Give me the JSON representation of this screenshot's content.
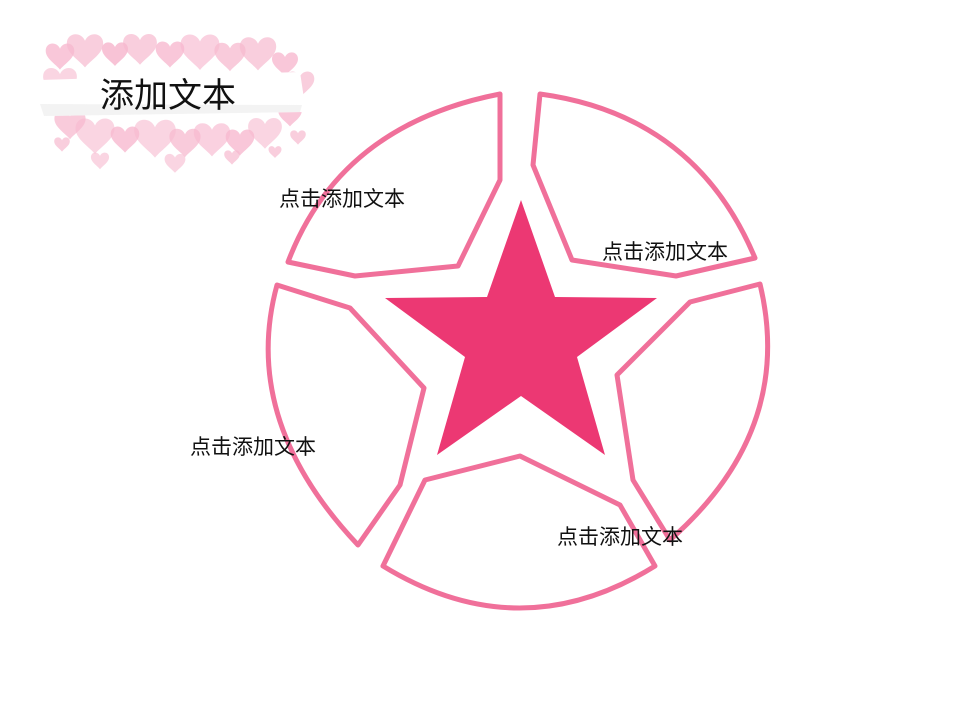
{
  "title": "添加文本",
  "segments": [
    {
      "label": "点击添加文本"
    },
    {
      "label": "点击添加文本"
    },
    {
      "label": "点击添加文本"
    },
    {
      "label": "点击添加文本"
    }
  ],
  "colors": {
    "ring": "#f0709a",
    "star": "#ec3873",
    "hearts": "#f7b9cf",
    "ribbon": "#ffffff"
  },
  "icons": {
    "center": "star-icon",
    "title_decoration": "hearts-cloud-icon"
  }
}
